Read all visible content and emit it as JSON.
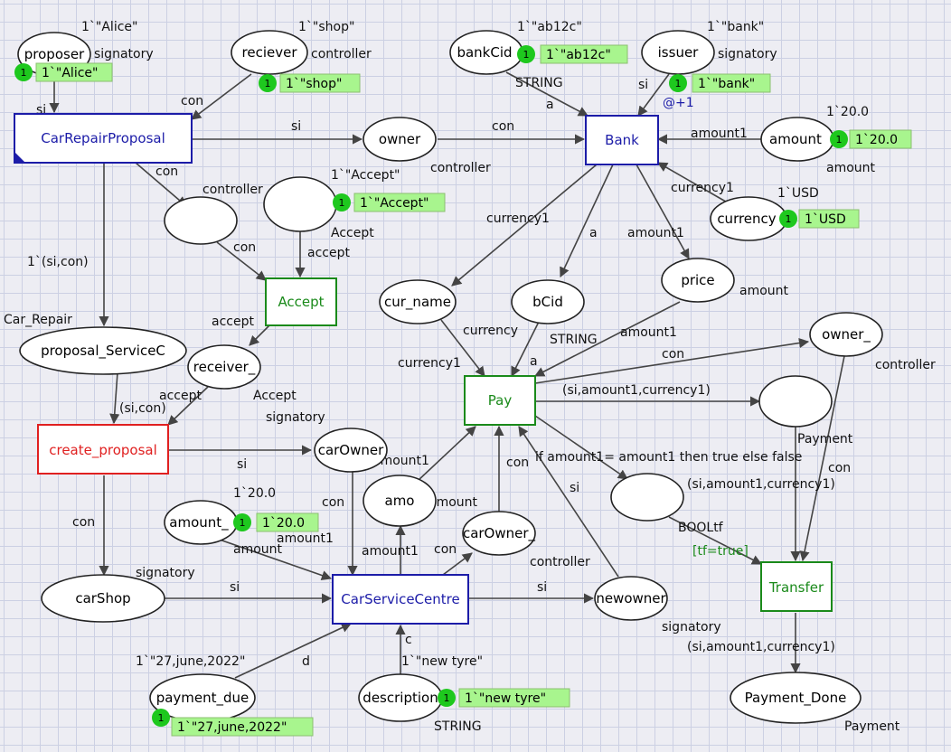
{
  "colors": {
    "background": "#ededf3",
    "grid": "#ccd0e3",
    "place_fill": "#ffffff",
    "arc": "#444444",
    "token_dot": "#1ec81e",
    "marking_box": "#a8f58e",
    "transition_blue": "#1c1ca8",
    "transition_green": "#1a8a1a",
    "transition_red": "#e02020",
    "guard_text": "#1a8a1a"
  },
  "places": {
    "proposer": "proposer",
    "reciever": "reciever",
    "bankCid": "bankCid",
    "issuer": "issuer",
    "owner": "owner",
    "amount": "amount",
    "currency": "currency",
    "price": "price",
    "cur_name": "cur_name",
    "bCid": "bCid",
    "owner_": "owner_",
    "proposal_ServiceC": "proposal_ServiceC",
    "receiver_": "receiver_",
    "carOwner": "carOwner",
    "amo": "amo",
    "carOwner_": "carOwner_",
    "amount_": "amount_",
    "carShop": "carShop",
    "newowner": "newowner",
    "payment_due": "payment_due",
    "description": "description",
    "Payment_Done": "Payment_Done"
  },
  "transitions": {
    "CarRepairProposal": "CarRepairProposal",
    "Bank": "Bank",
    "Accept": "Accept",
    "Pay": "Pay",
    "create_proposal": "create_proposal",
    "CarServiceCentre": "CarServiceCentre",
    "Transfer": "Transfer"
  },
  "init_markings": {
    "proposer": "1`\"Alice\"",
    "reciever": "1`\"shop\"",
    "bankCid": "1`\"ab12c\"",
    "issuer": "1`\"bank\"",
    "amount": "1`20.0",
    "currency": "1`USD",
    "accept": "1`\"Accept\"",
    "amount_": "1`20.0",
    "payment_due": "1`\"27,june,2022\"",
    "description": "1`\"new tyre\""
  },
  "markings": {
    "count": "1",
    "proposer": "1`\"Alice\"",
    "reciever": "1`\"shop\"",
    "bankCid": "1`\"ab12c\"",
    "issuer": "1`\"bank\"",
    "amount": "1`20.0",
    "currency": "1`USD",
    "accept": "1`\"Accept\"",
    "amount_": "1`20.0",
    "payment_due": "1`\"27,june,2022\"",
    "description": "1`\"new tyre\""
  },
  "types": {
    "signatory": "signatory",
    "controller": "controller",
    "string": "STRING",
    "amount": "amount",
    "currency": "currency",
    "accept": "accept",
    "car_repair": "Car_Repair",
    "payment": "Payment",
    "booltf": "BOOLtf",
    "accept_type": "Accept"
  },
  "arc_labels": {
    "si": "si",
    "con": "con",
    "a": "a",
    "amount1": "amount1",
    "currency1": "currency1",
    "accept": "accept",
    "si_con_multi": "1`(si,con)",
    "si_con": "(si,con)",
    "si_amount1_currency1": "(si,amount1,currency1)",
    "c": "c",
    "d": "d",
    "tf": "tf"
  },
  "guard": "[tf=true]",
  "if_expr": "if amount1= amount1 then true else false",
  "time_inscription": "@+1"
}
